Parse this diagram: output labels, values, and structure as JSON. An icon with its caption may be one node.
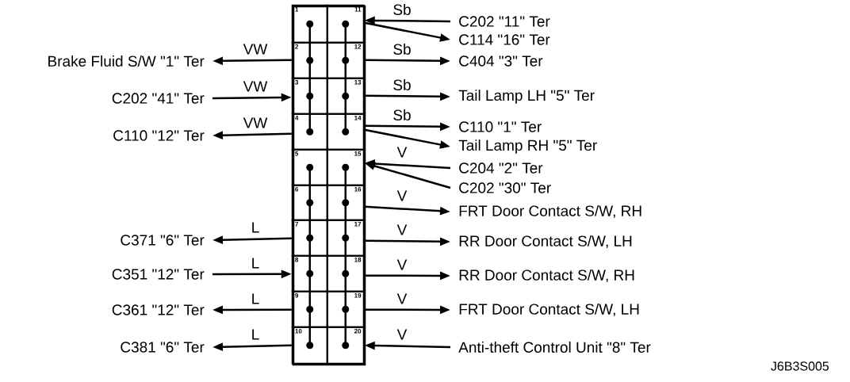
{
  "diagram": {
    "nodes": [
      {
        "text": [],
        "shape": "box"
      },
      {
        "text": [
          "1"
        ],
        "in": 0
      },
      {
        "text": [
          "2"
        ],
        "in": 0
      },
      {
        "text": [
          "3"
        ],
        "in": 0
      },
      {
        "text": [
          "4"
        ],
        "in": 0
      },
      {
        "text": [
          "5"
        ],
        "in": 0
      },
      {
        "text": [
          "6"
        ],
        "in": 0
      },
      {
        "text": [
          "7"
        ],
        "in": 0
      },
      {
        "text": [
          "8"
        ],
        "in": 0
      },
      {
        "text": [
          "9"
        ],
        "in": 0
      },
      {
        "text": [
          "10"
        ],
        "in": 0
      },
      {
        "text": [
          "11"
        ],
        "in": 0
      },
      {
        "text": [
          "12"
        ],
        "in": 0
      },
      {
        "text": [
          "13"
        ],
        "in": 0
      },
      {
        "text": [
          "14"
        ],
        "in": 0
      },
      {
        "text": [
          "15"
        ],
        "in": 0
      },
      {
        "text": [
          "16"
        ],
        "in": 0
      },
      {
        "text": [
          "17"
        ],
        "in": 0
      },
      {
        "text": [
          "18"
        ],
        "in": 0
      },
      {
        "text": [
          "19"
        ],
        "in": 0
      },
      {
        "text": [
          "20"
        ],
        "in": 0
      },
      {
        "text": [
          "C202 \"11\" Ter"
        ]
      },
      {
        "text": [
          "C114 \"16\" Ter"
        ]
      },
      {
        "text": [
          "C404 \"3\" Ter"
        ]
      },
      {
        "text": [
          "Tail Lamp LH \"5\" Ter"
        ]
      },
      {
        "text": [
          "C110 \"1\" Ter"
        ]
      },
      {
        "text": [
          "Tail Lamp RH \"5\" Ter"
        ]
      },
      {
        "text": [
          "C204 \"2\" Ter"
        ]
      },
      {
        "text": [
          "C202 \"30\" Ter"
        ]
      },
      {
        "text": [
          "FRT Door Contact S/W, RH"
        ]
      },
      {
        "text": [
          "RR Door Contact S/W, LH"
        ]
      },
      {
        "text": [
          "RR Door Contact S/W, RH"
        ]
      },
      {
        "text": [
          "FRT Door Contact S/W, LH"
        ]
      },
      {
        "text": [
          "Anti-theft Control Unit \"8\" Ter"
        ]
      },
      {
        "text": [
          "Brake Fluid S/W \"1\" Ter"
        ]
      },
      {
        "text": [
          "C202 \"41\" Ter"
        ]
      },
      {
        "text": [
          "C110 \"12\" Ter"
        ]
      },
      {
        "text": [
          "C371 \"6\" Ter"
        ]
      },
      {
        "text": [
          "C351 \"12\" Ter"
        ]
      },
      {
        "text": [
          "C361 \"12\" Ter"
        ]
      },
      {
        "text": [
          "C381 \"6\" Ter"
        ]
      }
    ],
    "edges": [
      {
        "from": 21,
        "to": 11,
        "arrow": "to",
        "label": "Sb"
      },
      {
        "from": 11,
        "to": 22,
        "arrow": "to"
      },
      {
        "from": 12,
        "to": 23,
        "arrow": "to",
        "label": "Sb"
      },
      {
        "from": 13,
        "to": 24,
        "arrow": "to",
        "label": "Sb"
      },
      {
        "from": 14,
        "to": 25,
        "arrow": "to",
        "label": "Sb"
      },
      {
        "from": 14,
        "to": 26,
        "arrow": "to"
      },
      {
        "from": 27,
        "to": 15,
        "arrow": "to",
        "label": "V"
      },
      {
        "from": 28,
        "to": 15,
        "arrow": "to"
      },
      {
        "from": 16,
        "to": 29,
        "arrow": "to",
        "label": "V"
      },
      {
        "from": 17,
        "to": 30,
        "arrow": "to",
        "label": "V"
      },
      {
        "from": 18,
        "to": 31,
        "arrow": "to",
        "label": "V"
      },
      {
        "from": 19,
        "to": 32,
        "arrow": "to",
        "label": "V"
      },
      {
        "from": 33,
        "to": 20,
        "arrow": "to",
        "label": "V"
      },
      {
        "from": 2,
        "to": 34,
        "arrow": "to",
        "label": "VW"
      },
      {
        "from": 35,
        "to": 3,
        "arrow": "to",
        "label": "VW"
      },
      {
        "from": 4,
        "to": 36,
        "arrow": "to",
        "label": "VW"
      },
      {
        "from": 7,
        "to": 37,
        "arrow": "to",
        "label": "L"
      },
      {
        "from": 38,
        "to": 8,
        "arrow": "to",
        "label": "L"
      },
      {
        "from": 9,
        "to": 39,
        "arrow": "to",
        "label": "L"
      },
      {
        "from": 10,
        "to": 40,
        "arrow": "to",
        "label": "L"
      },
      {
        "from": 1,
        "to": 2,
        "arrow": "none"
      },
      {
        "from": 2,
        "to": 3,
        "arrow": "none"
      },
      {
        "from": 3,
        "to": 4,
        "arrow": "none"
      },
      {
        "from": 11,
        "to": 12,
        "arrow": "none"
      },
      {
        "from": 12,
        "to": 13,
        "arrow": "none"
      },
      {
        "from": 13,
        "to": 14,
        "arrow": "none"
      },
      {
        "from": 5,
        "to": 6,
        "arrow": "none"
      },
      {
        "from": 6,
        "to": 7,
        "arrow": "none"
      },
      {
        "from": 7,
        "to": 8,
        "arrow": "none"
      },
      {
        "from": 8,
        "to": 9,
        "arrow": "none"
      },
      {
        "from": 9,
        "to": 10,
        "arrow": "none"
      },
      {
        "from": 15,
        "to": 16,
        "arrow": "none"
      },
      {
        "from": 16,
        "to": 17,
        "arrow": "none"
      },
      {
        "from": 17,
        "to": 18,
        "arrow": "none"
      },
      {
        "from": 18,
        "to": 19,
        "arrow": "none"
      },
      {
        "from": 19,
        "to": 20,
        "arrow": "none"
      }
    ],
    "labels": [
      "J6B3S005"
    ]
  }
}
